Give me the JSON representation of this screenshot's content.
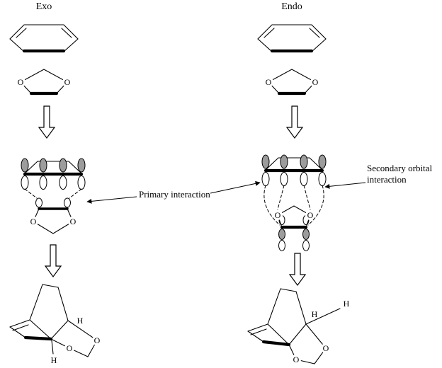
{
  "labels": {
    "exo": "Exo",
    "endo": "Endo"
  },
  "annotations": {
    "primary": "Primary interaction",
    "secondary": "Secondary orbital interaction"
  },
  "atoms": {
    "oxygen": "O",
    "hydrogen": "H"
  },
  "colors": {
    "ink": "#000000",
    "background": "#ffffff",
    "shaded_lobe": "#9c9c9c",
    "unshaded_lobe": "#ffffff"
  },
  "scheme": {
    "type": "diels-alder-exo-endo-comparison",
    "columns": [
      {
        "label": "Exo",
        "steps": [
          "cyclohexadiene",
          "dioxole-dienophile",
          "down-arrow",
          "transition-state-with-orbitals",
          "down-arrow",
          "bicyclic-product"
        ]
      },
      {
        "label": "Endo",
        "steps": [
          "cyclohexadiene",
          "dioxole-dienophile",
          "down-arrow",
          "transition-state-with-orbitals",
          "down-arrow",
          "bicyclic-product"
        ]
      }
    ]
  }
}
